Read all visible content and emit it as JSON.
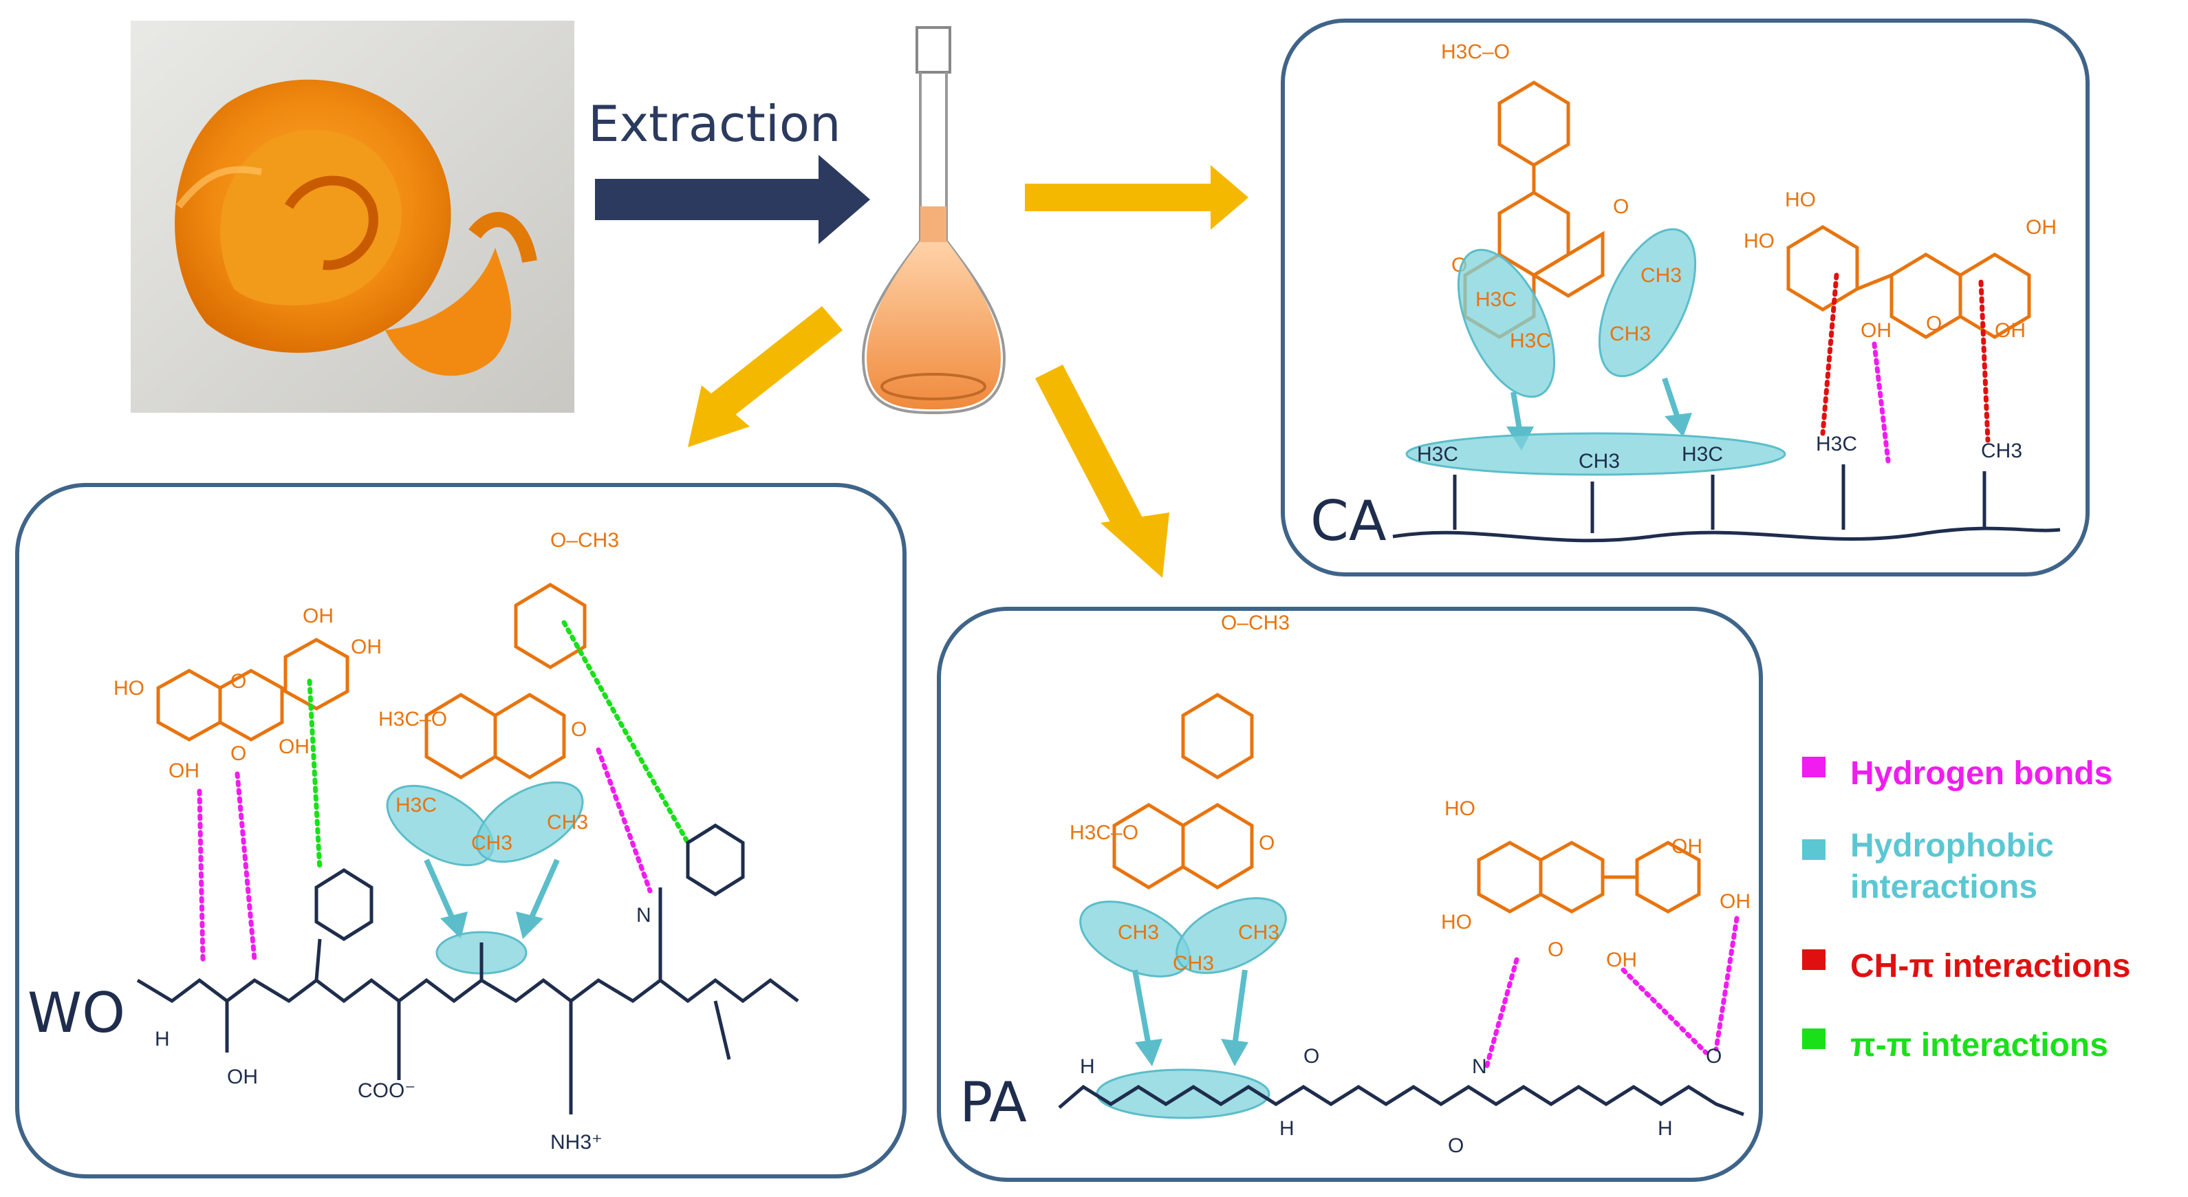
{
  "flow": {
    "extraction_label": "Extraction"
  },
  "panels": {
    "ca": {
      "tag": "CA"
    },
    "wo": {
      "tag": "WO"
    },
    "pa": {
      "tag": "PA"
    }
  },
  "legend": {
    "items": [
      {
        "label": "Hydrogen bonds",
        "color": "#f01cf0"
      },
      {
        "label": "Hydrophobic",
        "label2": "interactions",
        "color": "#5bc7d3"
      },
      {
        "label": "CH-π interactions",
        "color": "#e01010"
      },
      {
        "label": "π-π interactions",
        "color": "#19e019"
      }
    ]
  },
  "molecule_labels": {
    "methoxy": "H3C–O",
    "och3": "O–CH3",
    "ch3": "CH3",
    "oh": "OH",
    "ho": "HO",
    "o": "O",
    "h3c": "H3C",
    "nh": "N",
    "h": "H",
    "coo": "COO⁻",
    "nh3": "NH3⁺"
  },
  "colors": {
    "navy": "#2b3a5e",
    "gold": "#f5b800",
    "orange": "#e8740f",
    "panel_border": "#3f6489",
    "hydrophobic": "#7fd3dc"
  }
}
